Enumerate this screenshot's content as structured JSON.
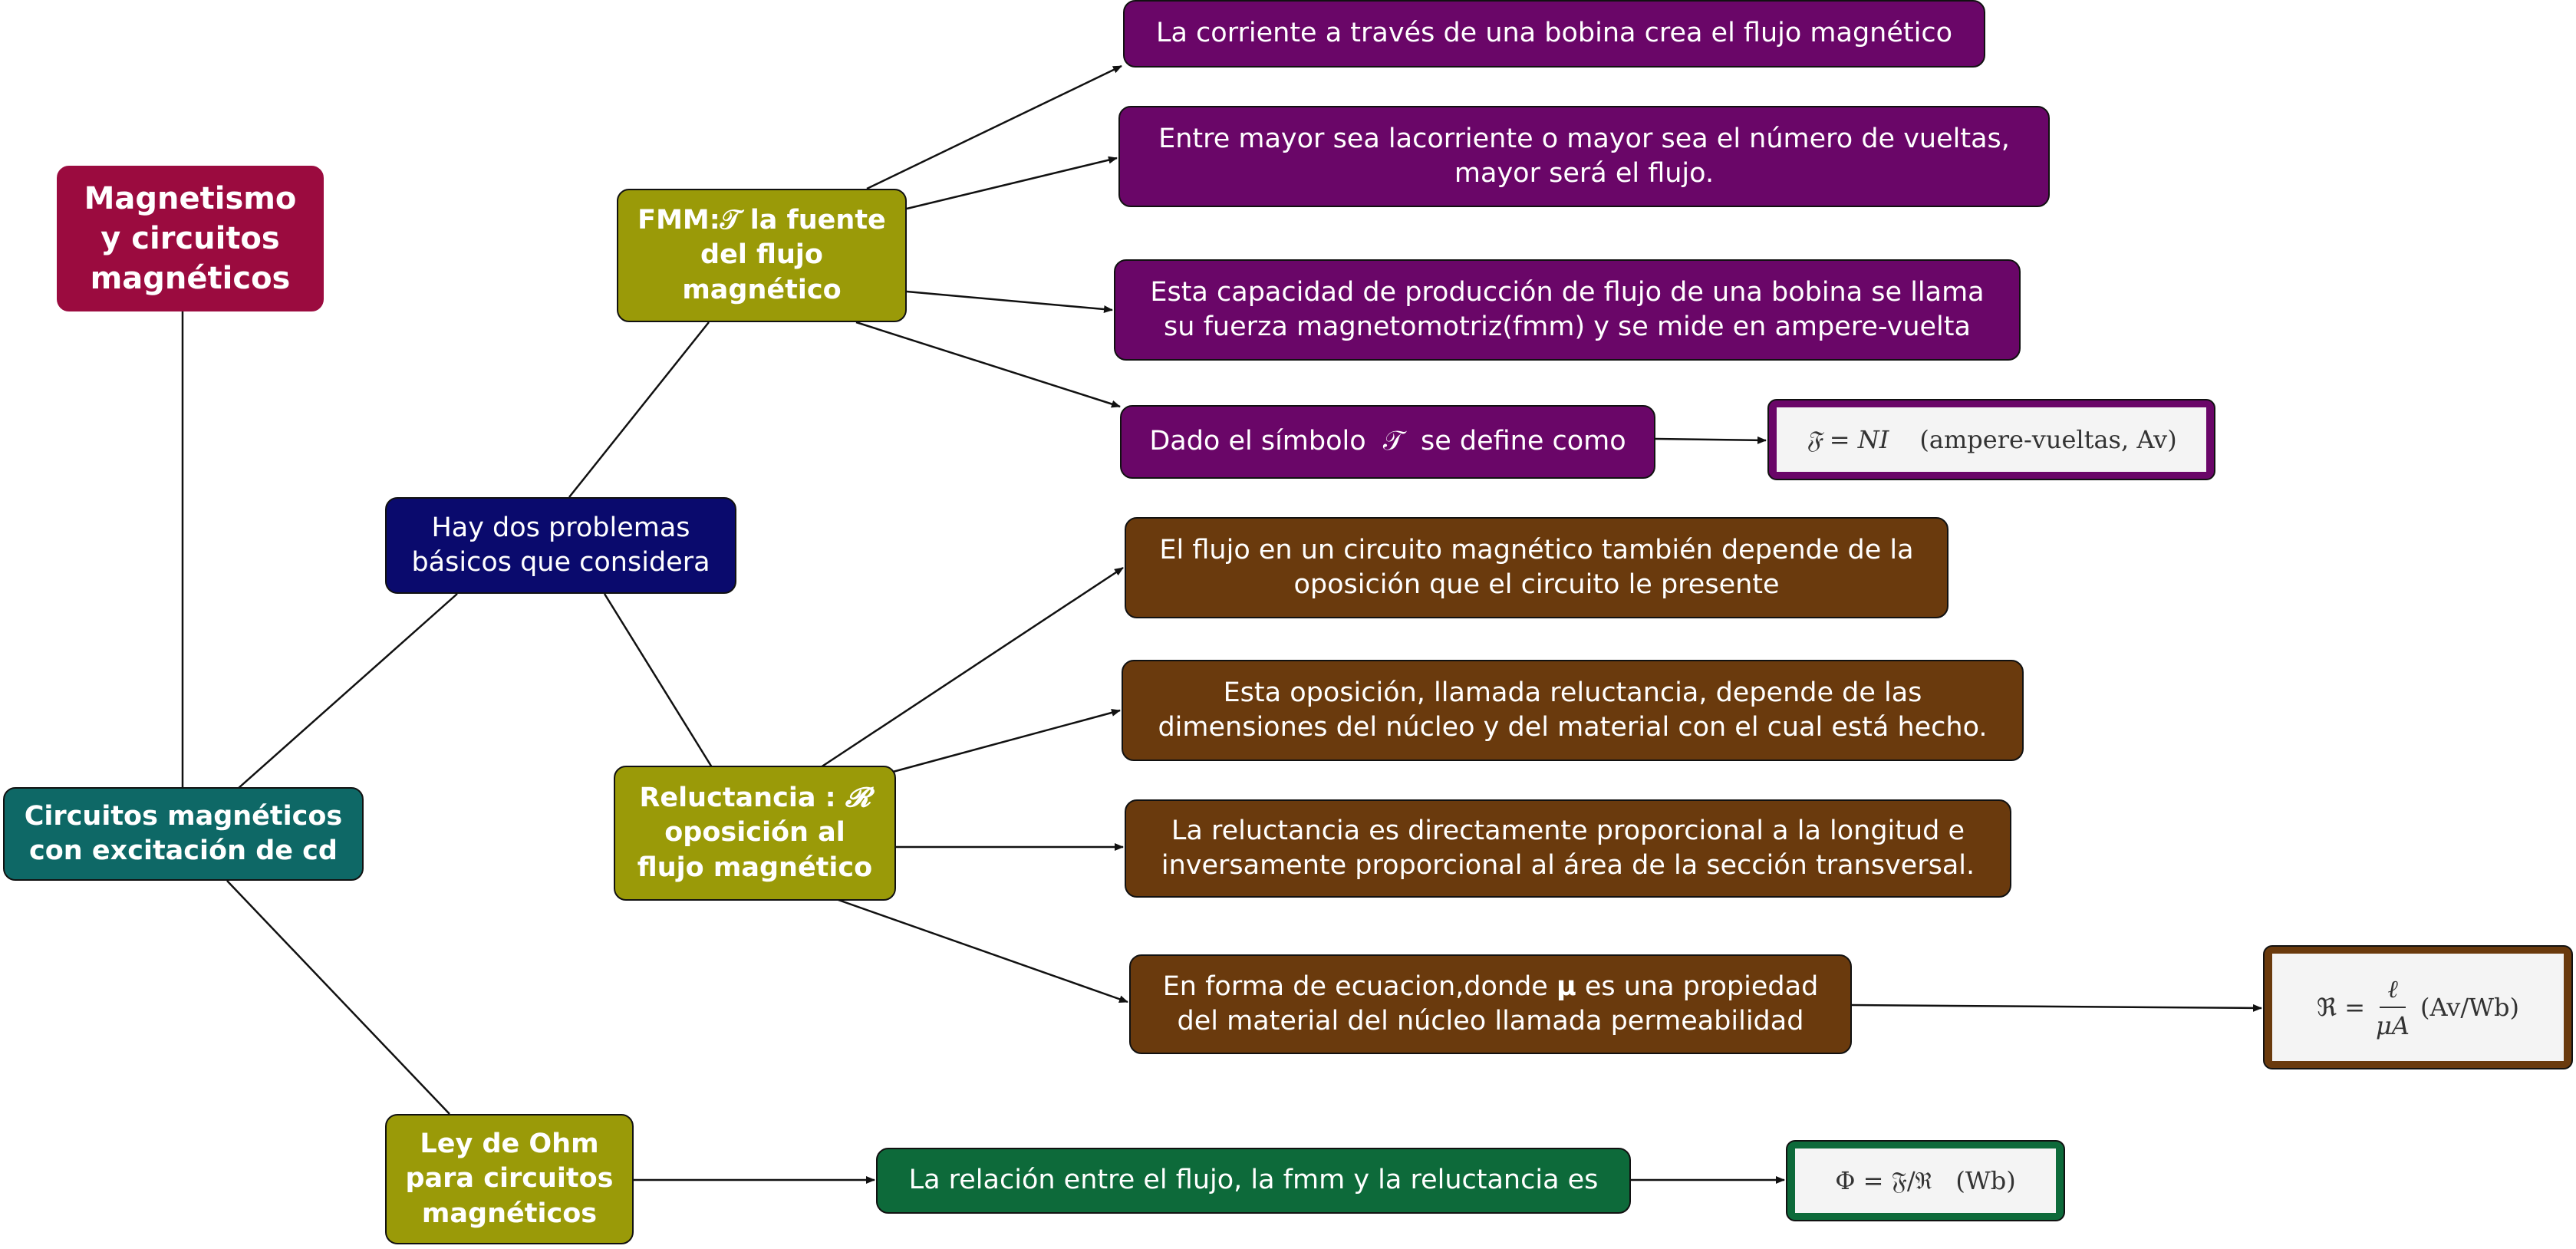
{
  "colors": {
    "root": "#9b0b3f",
    "main": "#0e6866",
    "problems": "#0a0a6d",
    "olive": "#9a9a08",
    "purple": "#6a0668",
    "brown": "#6a3a0d",
    "green": "#0d6a3a",
    "line": "#111111"
  },
  "root": {
    "label": "Magnetismo y circuitos magnéticos"
  },
  "main": {
    "label": "Circuitos magnéticos con excitación de cd"
  },
  "problems": {
    "label": "Hay dos problemas básicos que considera"
  },
  "fmm": {
    "label": "FMM:𝒯 la fuente del flujo magnético"
  },
  "fmm_details": [
    {
      "label": "La corriente a través de una bobina crea el flujo magnético"
    },
    {
      "label": "Entre mayor sea lacorriente o mayor sea el número de vueltas, mayor será el flujo."
    },
    {
      "label": "Esta capacidad de producción de flujo de una bobina se llama su fuerza magnetomotriz(fmm) y se mide en ampere-vuelta"
    },
    {
      "label": "Dado el símbolo  𝒯  se define como"
    }
  ],
  "fmm_formula": {
    "lhs": "𝔉 = NI",
    "unit": "(ampere-vueltas, Av)"
  },
  "reluctancia": {
    "prefix": "Reluctancia : ",
    "symbol": "𝓡",
    "suffix": "oposición al flujo magnético"
  },
  "reluctancia_details": [
    {
      "label": "El flujo en un circuito magnético también depende de la oposición que el circuito le presente"
    },
    {
      "label": "Esta oposición, llamada reluctancia, depende de las dimensiones del núcleo y del material con el cual está hecho."
    },
    {
      "label": "La reluctancia es directamente proporcional a la longitud e inversamente proporcional al área de la sección transversal."
    },
    {
      "before": "En forma de ecuacion,donde ",
      "mu": "μ",
      "after": " es una propiedad del material del núcleo llamada permeabilidad"
    }
  ],
  "reluctancia_formula": {
    "lhs": "ℜ =",
    "num": "ℓ",
    "den": "μA",
    "unit": "(Av/Wb)"
  },
  "ohm": {
    "label": "Ley de Ohm para circuitos magnéticos"
  },
  "ohm_detail": {
    "label": "La relación entre el flujo, la fmm y la reluctancia es"
  },
  "ohm_formula": {
    "lhs": "Φ = 𝔉/ℜ",
    "unit": "(Wb)"
  }
}
